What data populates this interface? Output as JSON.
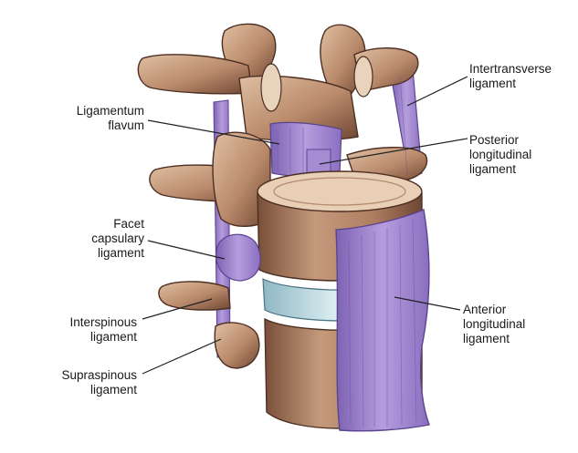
{
  "labels": {
    "intertransverse": [
      "Intertransverse",
      "ligament"
    ],
    "ligamentum_flavum": [
      "Ligamentum",
      "flavum"
    ],
    "posterior_longitudinal": [
      "Posterior",
      "longitudinal",
      "ligament"
    ],
    "facet_capsulary": [
      "Facet",
      "capsulary",
      "ligament"
    ],
    "interspinous": [
      "Interspinous",
      "ligament"
    ],
    "anterior_longitudinal": [
      "Anterior",
      "longitudinal",
      "ligament"
    ],
    "supraspinous": [
      "Supraspinous",
      "ligament"
    ]
  },
  "colors": {
    "bone": "#b88a6c",
    "bone_dark": "#6b4230",
    "bone_light": "#e2c2a6",
    "ligament": "#9a7cc8",
    "ligament_dark": "#6f55a8",
    "disc": "#c9e2ea",
    "leader": "#222222"
  }
}
